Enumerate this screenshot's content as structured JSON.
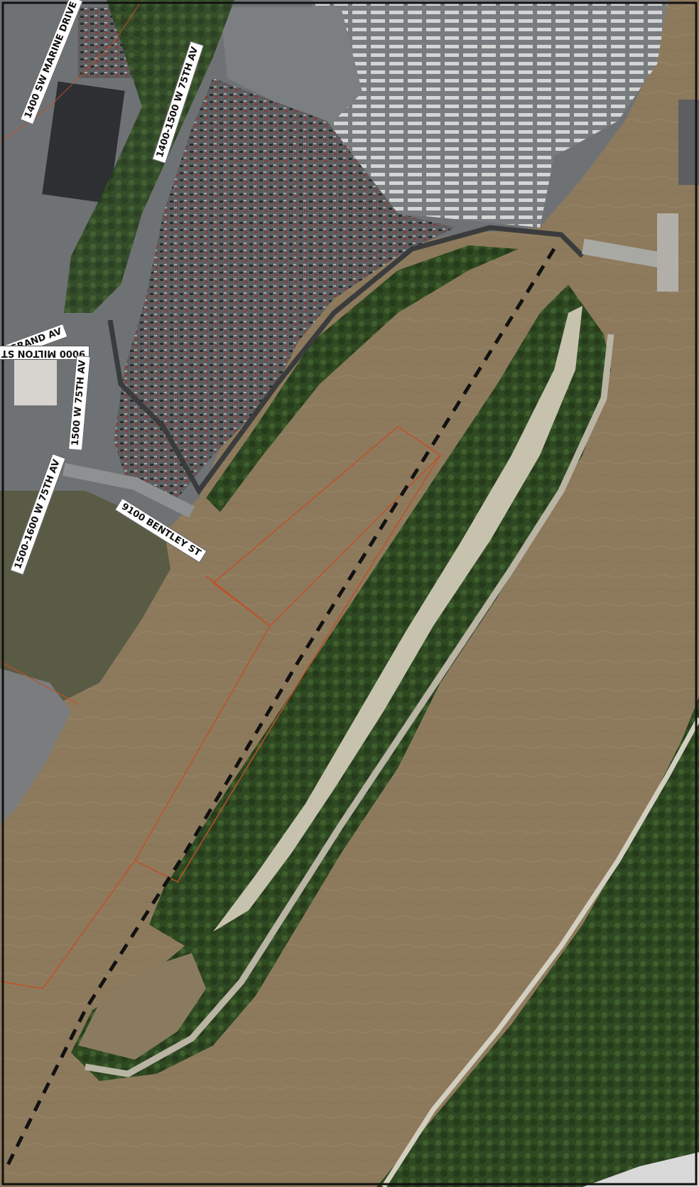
{
  "map": {
    "street_labels": [
      {
        "id": "sw-marine-drive",
        "text": "1400 SW MARINE DRIVE"
      },
      {
        "id": "w-75th-a",
        "text": "1400-1500 W 75TH AV"
      },
      {
        "id": "grand-av",
        "text": "GRAND AV"
      },
      {
        "id": "milton-st",
        "text": "9000 MILTON ST"
      },
      {
        "id": "w-75th-b",
        "text": "1500 W 75TH AV"
      },
      {
        "id": "w-75th-c",
        "text": "1500-1600 W 75TH AV"
      },
      {
        "id": "bentley-st",
        "text": "9100 BENTLEY ST"
      }
    ],
    "colors": {
      "river": "#8d7a5c",
      "pavement": "#6f7274",
      "vegetation": "#2f4a22",
      "gravel": "#c7c2ae",
      "parcel_line": "#c0502a",
      "boundary_dashed": "#111111",
      "label_bg": "#ffffff"
    }
  }
}
